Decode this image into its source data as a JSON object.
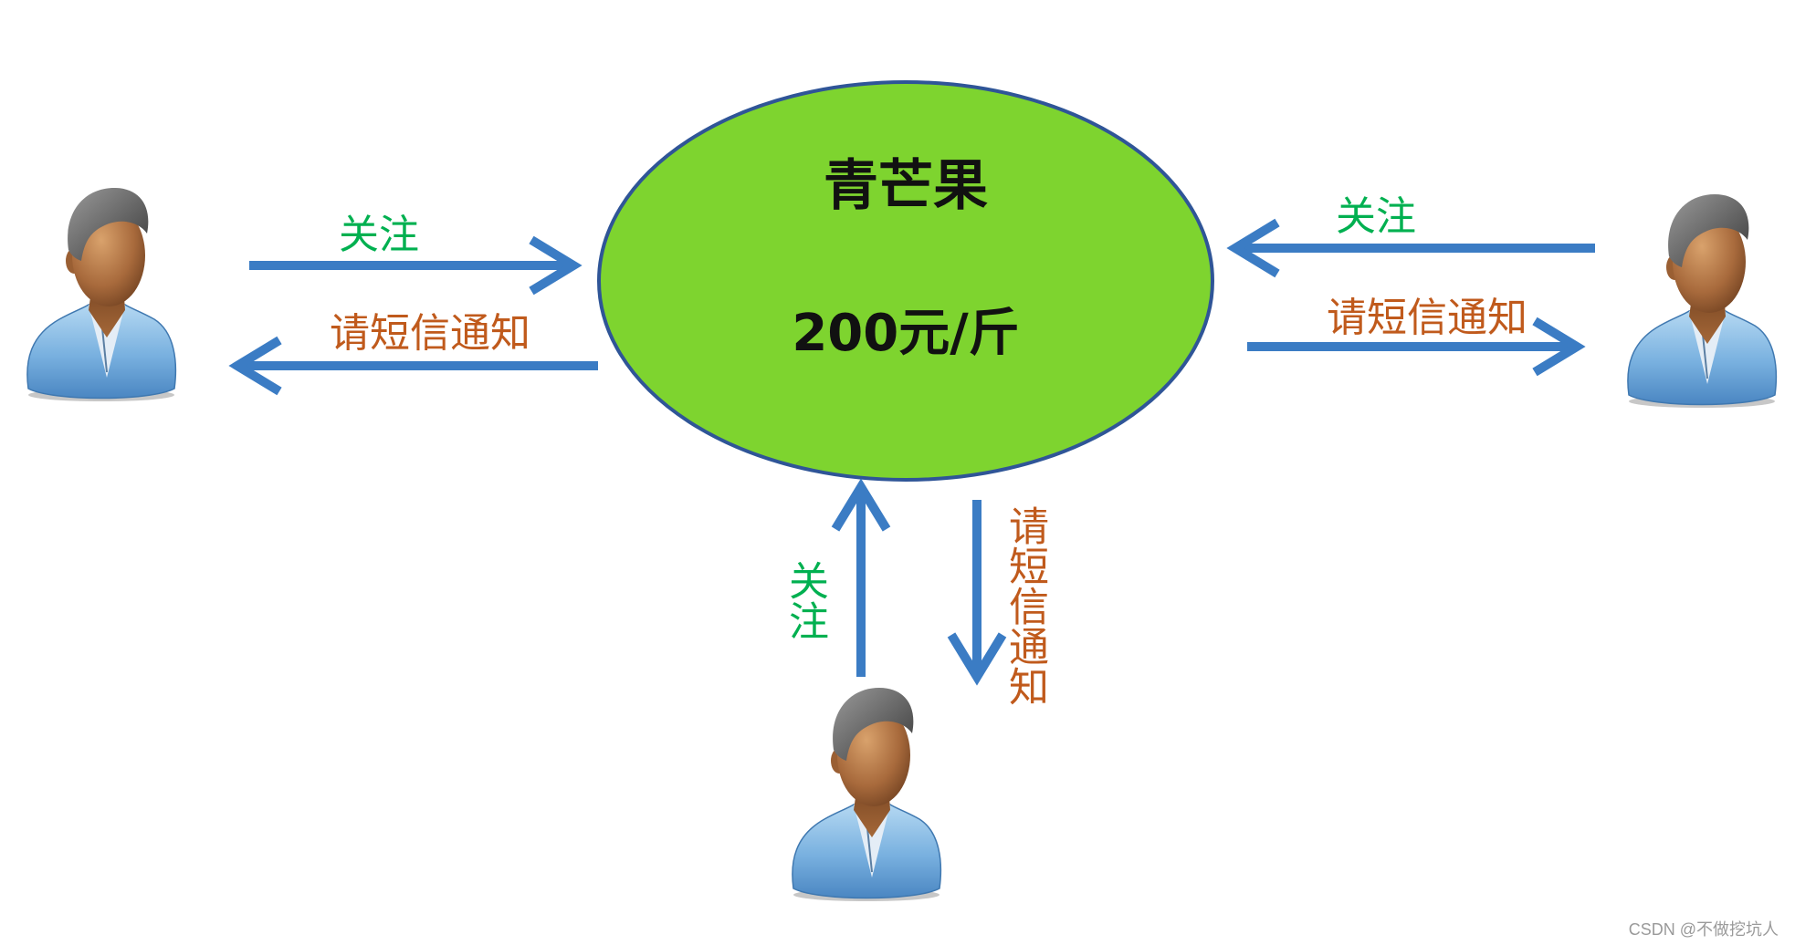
{
  "node": {
    "title": "青芒果",
    "price": "200元/斤"
  },
  "left": {
    "subscribe_label": "关注",
    "notify_label": "请短信通知"
  },
  "right": {
    "subscribe_label": "关注",
    "notify_label": "请短信通知"
  },
  "bottom": {
    "subscribe_label": "关注",
    "notify_label": "请短信通知"
  },
  "icons": {
    "observer": "user-avatar-icon"
  },
  "watermark": "CSDN @不做挖坑人",
  "colors": {
    "node_fill": "#7ed42f",
    "node_stroke": "#2f5597",
    "arrow": "#3b7cc4",
    "subscribe_text": "#00b050",
    "notify_text": "#c05a1c"
  }
}
